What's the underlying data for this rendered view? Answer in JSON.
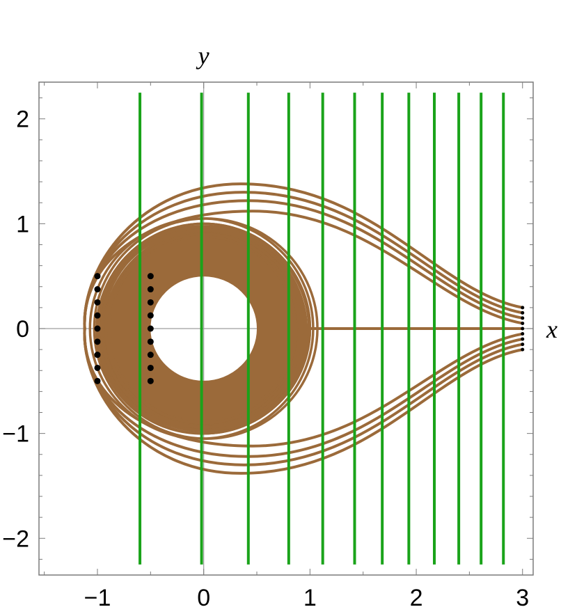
{
  "chart_data": {
    "type": "line",
    "xlabel": "x",
    "ylabel": "y",
    "xlim": [
      -1.55,
      3.1
    ],
    "ylim": [
      -2.35,
      2.35
    ],
    "frame": true,
    "axes_at_origin": true,
    "grid": false,
    "x_ticks": [
      {
        "value": -1,
        "label": "−1"
      },
      {
        "value": 0,
        "label": "0"
      },
      {
        "value": 1,
        "label": "1"
      },
      {
        "value": 2,
        "label": "2"
      },
      {
        "value": 3,
        "label": "3"
      }
    ],
    "y_ticks": [
      {
        "value": -2,
        "label": "−2"
      },
      {
        "value": -1,
        "label": "−1"
      },
      {
        "value": 0,
        "label": "0"
      },
      {
        "value": 1,
        "label": "1"
      },
      {
        "value": 2,
        "label": "2"
      }
    ],
    "colors": {
      "vertical_lines": "#1aa31a",
      "trajectories": "#9b6a3a",
      "points": "#000000",
      "axes": "#9e9e9e",
      "frame": "#7a7a7a"
    },
    "vertical_lines": {
      "x": [
        -0.6,
        -0.02,
        0.42,
        0.8,
        1.12,
        1.42,
        1.68,
        1.93,
        2.17,
        2.4,
        2.61,
        2.82
      ],
      "y_range": [
        -2.25,
        2.25
      ]
    },
    "point_columns": [
      {
        "x": -1.0,
        "y": [
          0.5,
          0.375,
          0.25,
          0.125,
          0.0,
          -0.125,
          -0.25,
          -0.375,
          -0.5
        ]
      },
      {
        "x": -0.5,
        "y": [
          0.5,
          0.375,
          0.25,
          0.125,
          0.0,
          -0.125,
          -0.25,
          -0.375,
          -0.5
        ]
      },
      {
        "x": 3.0,
        "y": [
          0.2,
          0.15,
          0.1,
          0.05,
          0.0,
          -0.05,
          -0.1,
          -0.15,
          -0.2
        ]
      }
    ],
    "ring": {
      "center": [
        0.0,
        0.0
      ],
      "inner_radius": 0.5,
      "outer_radius": 0.92
    },
    "trajectories": [
      {
        "start_y": 0.2,
        "max_y": 1.38,
        "max_x": 0.35,
        "loop_radius": 1.05
      },
      {
        "start_y": 0.15,
        "max_y": 1.3,
        "max_x": 0.38,
        "loop_radius": 1.0
      },
      {
        "start_y": 0.1,
        "max_y": 1.22,
        "max_x": 0.42,
        "loop_radius": 0.97
      },
      {
        "start_y": 0.05,
        "max_y": 1.12,
        "max_x": 0.46,
        "loop_radius": 0.94
      },
      {
        "start_y": 0.0,
        "max_y": 0.0,
        "max_x": 0.9,
        "loop_radius": 0.9
      },
      {
        "start_y": -0.05,
        "max_y": -1.12,
        "max_x": 0.46,
        "loop_radius": 0.94
      },
      {
        "start_y": -0.1,
        "max_y": -1.22,
        "max_x": 0.42,
        "loop_radius": 0.97
      },
      {
        "start_y": -0.15,
        "max_y": -1.3,
        "max_x": 0.38,
        "loop_radius": 1.0
      },
      {
        "start_y": -0.2,
        "max_y": -1.38,
        "max_x": 0.35,
        "loop_radius": 1.05
      }
    ]
  }
}
